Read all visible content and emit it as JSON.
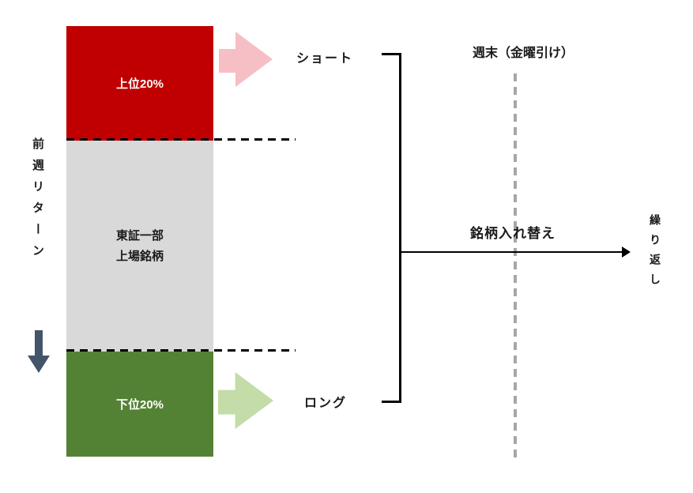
{
  "diagram": {
    "left_axis": {
      "label": "前週リターン"
    },
    "bar": {
      "top": {
        "label": "上位20%",
        "color": "#C00000",
        "text_color": "#FFFFFF"
      },
      "middle": {
        "label_line1": "東証一部",
        "label_line2": "上場銘柄",
        "color": "#D9D9D9",
        "text_color": "#1A1A1A"
      },
      "bottom": {
        "label": "下位20%",
        "color": "#548235",
        "text_color": "#FFFFFF"
      }
    },
    "arrows": {
      "short": {
        "label": "ショート",
        "arrow_color": "#F5BFC5"
      },
      "long": {
        "label": "ロング",
        "arrow_color": "#C3DCA8"
      },
      "down_arrow_color": "#44546A",
      "flow_color": "#000000"
    },
    "timeline": {
      "title": "週末（金曜引け）",
      "action": "銘柄入れ替え",
      "repeat": "繰り返し",
      "dash_color": "#A6A6A6"
    }
  }
}
